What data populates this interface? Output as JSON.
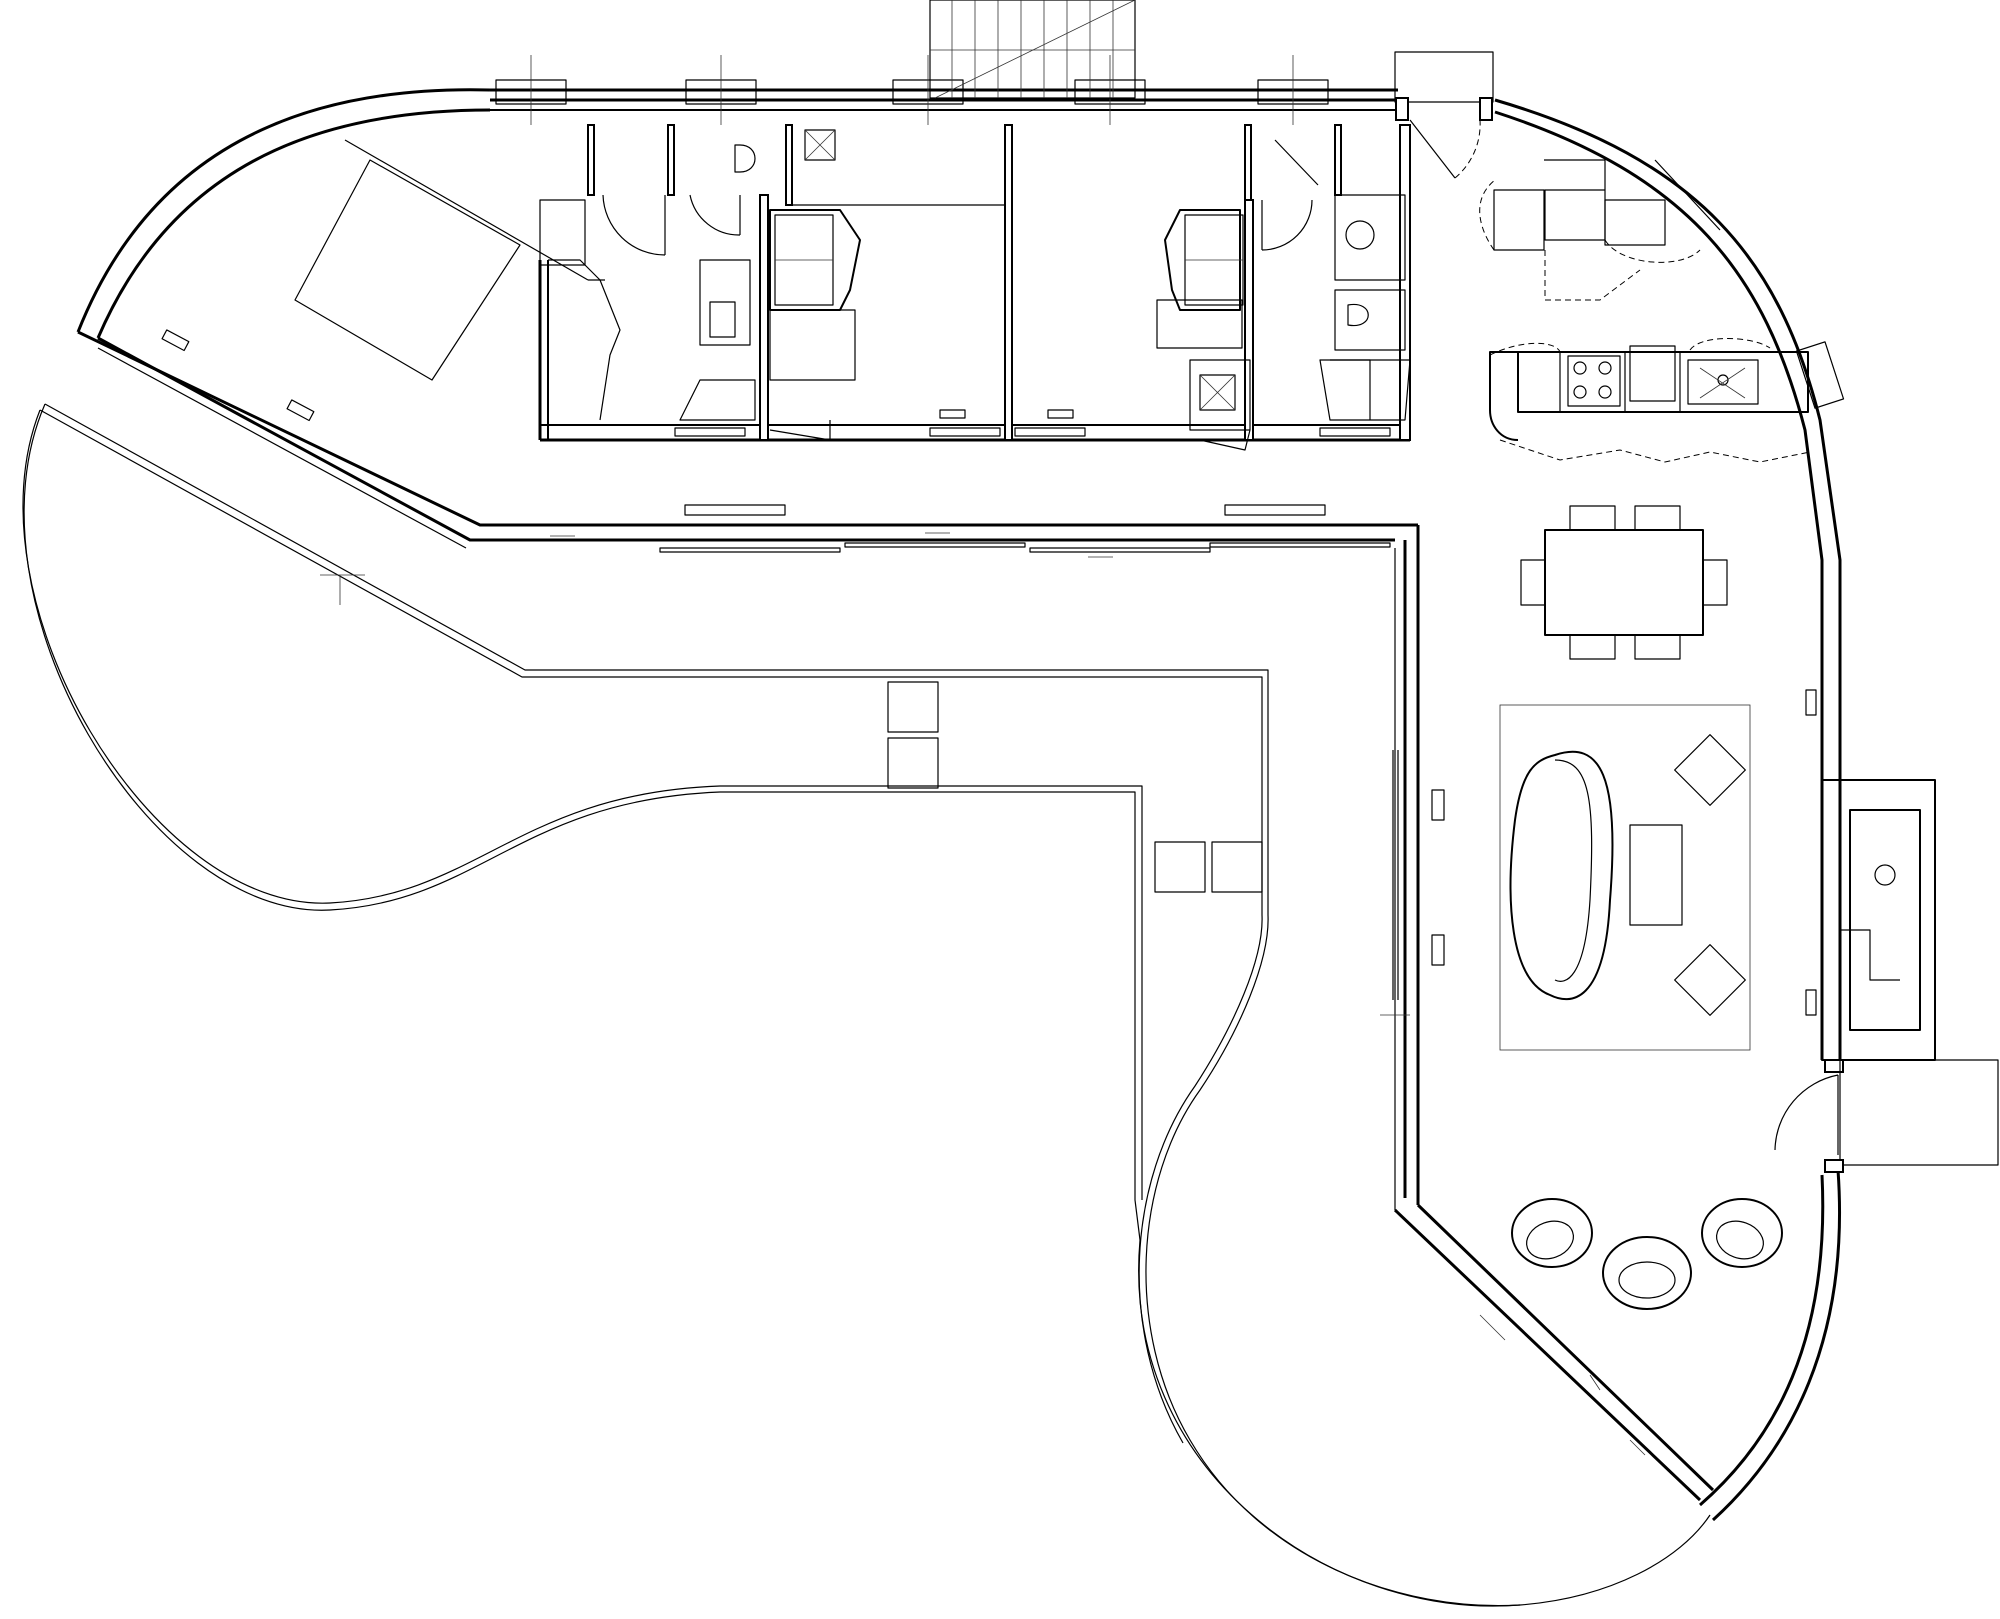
{
  "drawing": {
    "type": "architectural floor plan",
    "line_color": "#000000",
    "background": "#ffffff",
    "labels": []
  },
  "furniture": {
    "dining_table_chairs": 6,
    "lounge_armchairs": 3,
    "sofa": 1,
    "coffee_table": 1,
    "side_tables": 2
  }
}
